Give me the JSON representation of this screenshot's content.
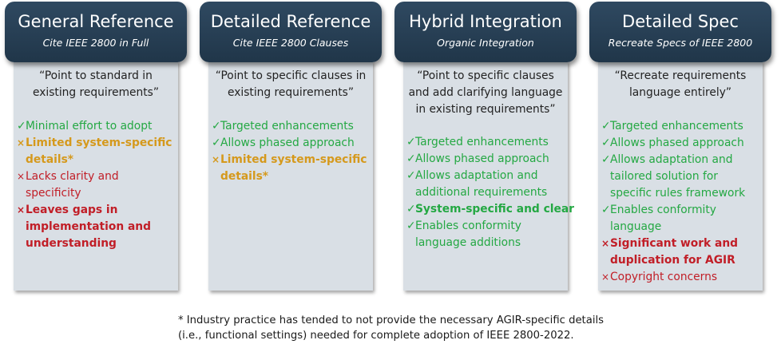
{
  "colors": {
    "header_bg": "#2a4259",
    "panel_bg": "#d9dfe5",
    "green": "#24a843",
    "orange": "#d5991c",
    "red": "#c11e27"
  },
  "columns": [
    {
      "title": "General Reference",
      "subtitle": "Cite IEEE 2800 in Full",
      "quote": [
        "“Point to standard in",
        "existing requirements”"
      ],
      "items": [
        {
          "mark": "✓",
          "color": "green",
          "bold": false,
          "lines": [
            "Minimal effort to adopt"
          ]
        },
        {
          "mark": "×",
          "color": "orange",
          "bold": true,
          "lines": [
            "Limited system-specific",
            "details*"
          ]
        },
        {
          "mark": "×",
          "color": "red",
          "bold": false,
          "lines": [
            "Lacks clarity and",
            "specificity"
          ]
        },
        {
          "mark": "×",
          "color": "red",
          "bold": true,
          "lines": [
            "Leaves gaps in",
            "implementation and",
            "understanding"
          ]
        }
      ]
    },
    {
      "title": "Detailed Reference",
      "subtitle": "Cite IEEE 2800 Clauses",
      "quote": [
        "“Point to specific clauses in",
        "existing requirements”"
      ],
      "items": [
        {
          "mark": "✓",
          "color": "green",
          "bold": false,
          "lines": [
            "Targeted enhancements"
          ]
        },
        {
          "mark": "✓",
          "color": "green",
          "bold": false,
          "lines": [
            "Allows phased approach"
          ]
        },
        {
          "mark": "×",
          "color": "orange",
          "bold": true,
          "lines": [
            "Limited system-specific",
            "details*"
          ]
        }
      ]
    },
    {
      "title": "Hybrid Integration",
      "subtitle": "Organic Integration",
      "quote": [
        "“Point to specific clauses",
        "and add clarifying language",
        "in existing requirements”"
      ],
      "items": [
        {
          "mark": "✓",
          "color": "green",
          "bold": false,
          "lines": [
            "Targeted enhancements"
          ]
        },
        {
          "mark": "✓",
          "color": "green",
          "bold": false,
          "lines": [
            "Allows phased approach"
          ]
        },
        {
          "mark": "✓",
          "color": "green",
          "bold": false,
          "lines": [
            "Allows adaptation and",
            "additional requirements"
          ]
        },
        {
          "mark": "✓",
          "color": "green",
          "bold": true,
          "lines": [
            "System-specific and clear"
          ]
        },
        {
          "mark": "✓",
          "color": "green",
          "bold": false,
          "lines": [
            "Enables conformity",
            "language additions"
          ]
        }
      ]
    },
    {
      "title": "Detailed Spec",
      "subtitle": "Recreate Specs of IEEE 2800",
      "quote": [
        "“Recreate requirements",
        "language entirely”"
      ],
      "items": [
        {
          "mark": "✓",
          "color": "green",
          "bold": false,
          "lines": [
            "Targeted enhancements"
          ]
        },
        {
          "mark": "✓",
          "color": "green",
          "bold": false,
          "lines": [
            "Allows phased approach"
          ]
        },
        {
          "mark": "✓",
          "color": "green",
          "bold": false,
          "lines": [
            "Allows adaptation and",
            "tailored solution for",
            "specific rules framework"
          ]
        },
        {
          "mark": "✓",
          "color": "green",
          "bold": false,
          "lines": [
            "Enables conformity",
            "language"
          ]
        },
        {
          "mark": "×",
          "color": "red",
          "bold": true,
          "lines": [
            "Significant work and",
            "duplication for AGIR"
          ]
        },
        {
          "mark": "×",
          "color": "red",
          "bold": false,
          "lines": [
            "Copyright concerns"
          ]
        }
      ]
    }
  ],
  "footnote": [
    "* Industry practice has tended to not provide the necessary AGIR-specific details",
    "(i.e., functional settings) needed for complete adoption of IEEE 2800-2022."
  ]
}
